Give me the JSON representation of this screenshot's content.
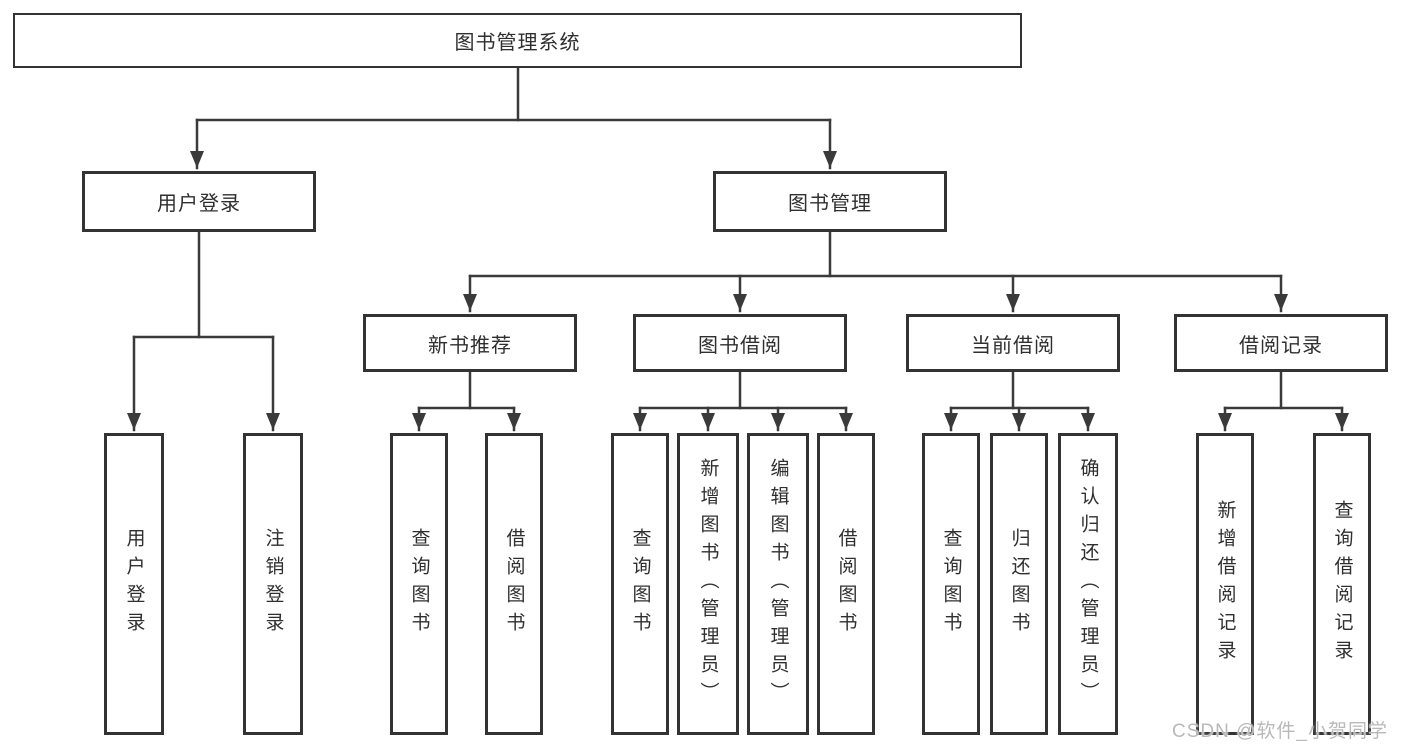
{
  "diagram": {
    "nodes": {
      "root": {
        "label": "图书管理系统"
      },
      "user_login": {
        "label": "用户登录"
      },
      "book_management": {
        "label": "图书管理"
      },
      "new_book_recommend": {
        "label": "新书推荐"
      },
      "book_borrowing": {
        "label": "图书借阅"
      },
      "current_borrowing": {
        "label": "当前借阅"
      },
      "borrowing_records": {
        "label": "借阅记录"
      }
    },
    "leaves": {
      "user_login": "用户登录",
      "logout": "注销登录",
      "query_book_1": "查询图书",
      "borrow_book_1": "借阅图书",
      "query_book_2": "查询图书",
      "add_book_admin": "新增图书（管理员）",
      "edit_book_admin": "编辑图书（管理员）",
      "borrow_book_2": "借阅图书",
      "query_book_3": "查询图书",
      "return_book": "归还图书",
      "confirm_return_admin": "确认归还（管理员）",
      "add_borrow_record": "新增借阅记录",
      "query_borrow_record": "查询借阅记录"
    },
    "hierarchy": {
      "图书管理系统": {
        "用户登录": [
          "用户登录",
          "注销登录"
        ],
        "图书管理": {
          "新书推荐": [
            "查询图书",
            "借阅图书"
          ],
          "图书借阅": [
            "查询图书",
            "新增图书（管理员）",
            "编辑图书（管理员）",
            "借阅图书"
          ],
          "当前借阅": [
            "查询图书",
            "归还图书",
            "确认归还（管理员）"
          ],
          "借阅记录": [
            "新增借阅记录",
            "查询借阅记录"
          ]
        }
      }
    },
    "colors": {
      "line": "#3a3a3a",
      "border": "#333333",
      "text": "#2f2f2f",
      "background": "#ffffff",
      "watermark": "#b9b9b9"
    }
  },
  "watermark": {
    "text": "CSDN @软件_小贺同学"
  }
}
